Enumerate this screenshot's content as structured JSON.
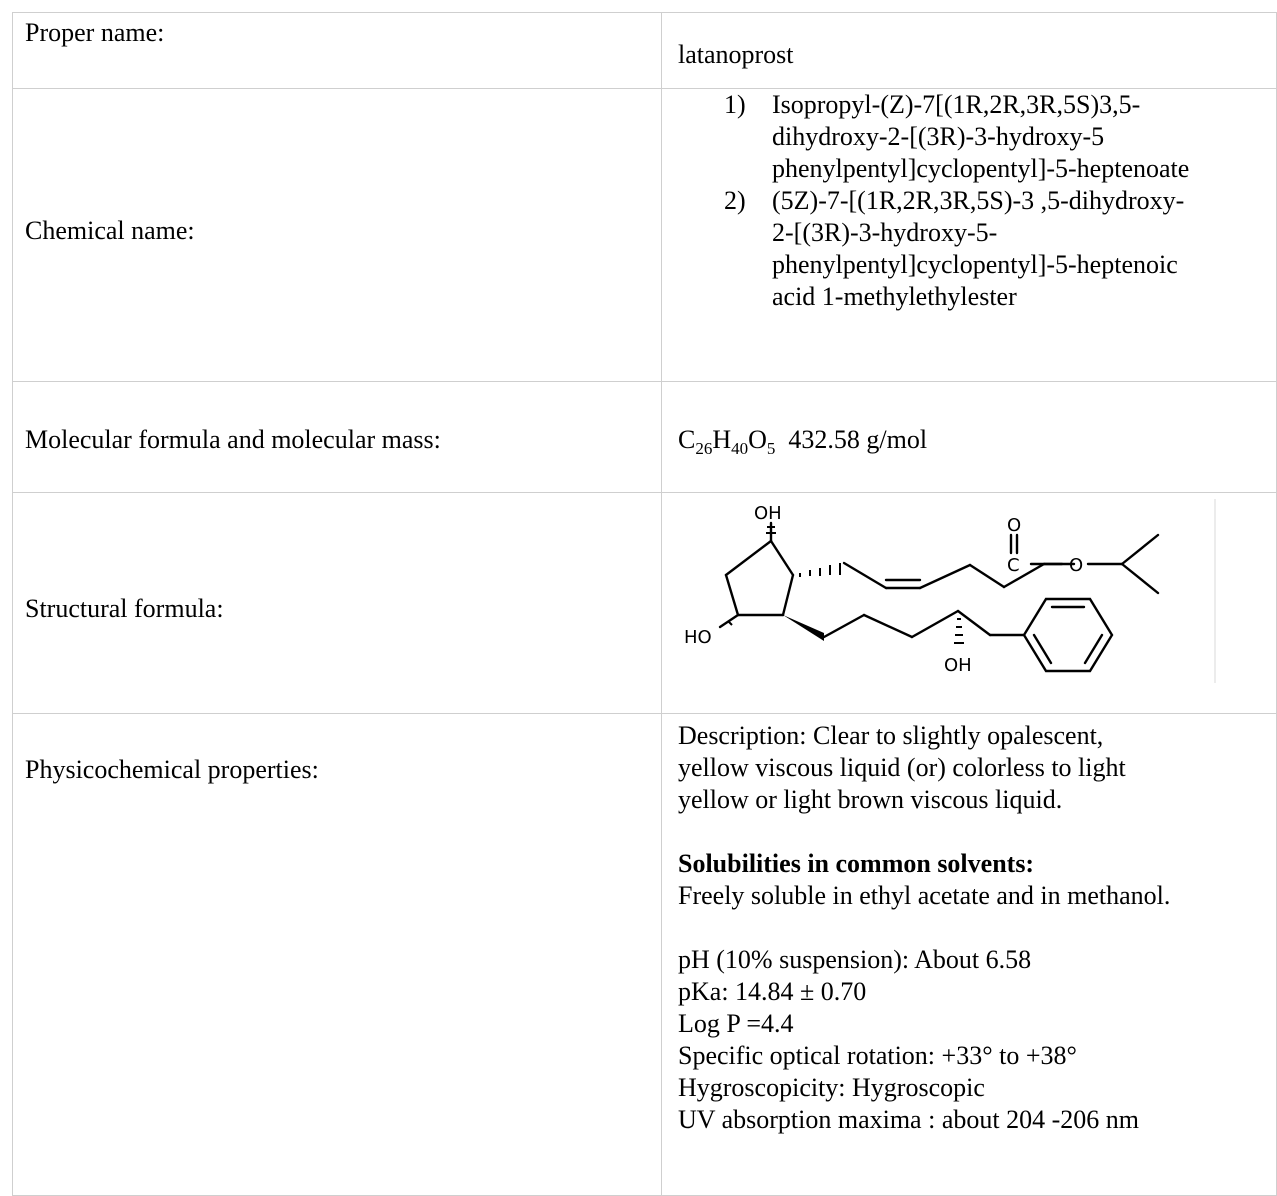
{
  "rows": {
    "proper_name": {
      "label": "Proper name:",
      "value": "latanoprost"
    },
    "chemical_name": {
      "label": "Chemical name:",
      "items": [
        {
          "num": "1)",
          "lines": [
            "Isopropyl-(Z)-7[(1R,2R,3R,5S)3,5-",
            "dihydroxy-2-[(3R)-3-hydroxy-5",
            "phenylpentyl]cyclopentyl]-5-heptenoate"
          ]
        },
        {
          "num": "2)",
          "lines": [
            "(5Z)-7-[(1R,2R,3R,5S)-3 ,5-dihydroxy-",
            "2-[(3R)-3-hydroxy-5-",
            "phenylpentyl]cyclopentyl]-5-heptenoic",
            "acid 1-methylethylester"
          ]
        }
      ]
    },
    "molecular_formula": {
      "label": "Molecular formula and molecular mass:",
      "formula": {
        "c": "C",
        "c_sub": "26",
        "h": "H",
        "h_sub": "40",
        "o": "O",
        "o_sub": "5"
      },
      "mass": "432.58 g/mol"
    },
    "structural_formula": {
      "label": "Structural formula:",
      "atoms": {
        "oh_top": "OH",
        "ho_left": "HO",
        "oh_bottom": "OH",
        "carbonyl_o": "O",
        "carbon": "C",
        "ester_o": "O"
      }
    },
    "physicochemical": {
      "label": "Physicochemical properties:",
      "description_lines": [
        "Description: Clear to slightly opalescent,",
        "yellow viscous liquid (or) colorless to light",
        "yellow or light brown viscous liquid."
      ],
      "solubility_heading": "Solubilities in common solvents:",
      "solubility_text": "Freely soluble in ethyl acetate and in methanol.",
      "properties": [
        "pH (10% suspension): About 6.58",
        "pKa: 14.84 ± 0.70",
        "Log P =4.4",
        "Specific optical rotation: +33° to +38°",
        "Hygroscopicity: Hygroscopic",
        "UV absorption maxima : about 204 -206 nm"
      ]
    }
  }
}
